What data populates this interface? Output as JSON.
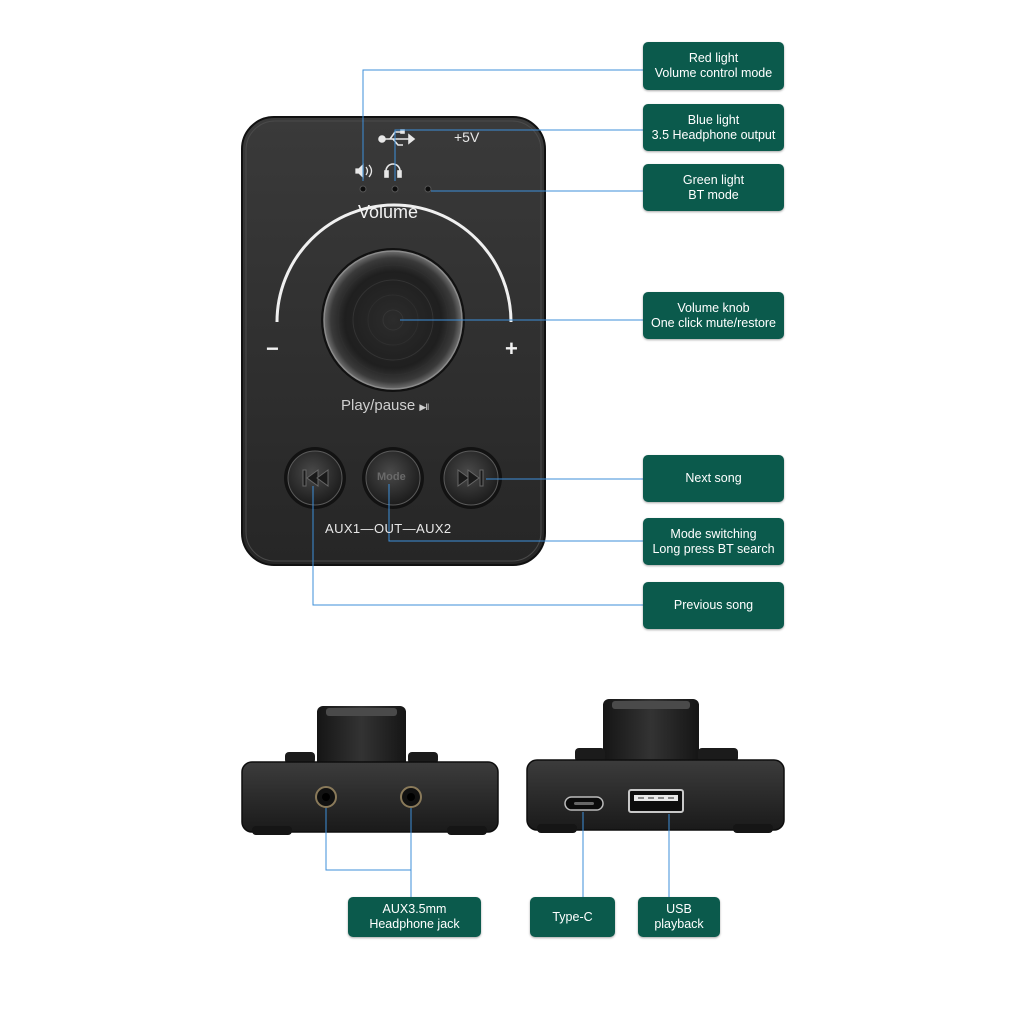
{
  "device": {
    "usb_label": "+5V",
    "volume_label": "Volume",
    "minus_label": "−",
    "plus_label": "+",
    "playpause_label": "Play/pause",
    "playpause_symbol": "▶II",
    "mode_button_label": "Mode",
    "aux_label": "AUX1—OUT—AUX2",
    "colors": {
      "body": "#2a2a2a",
      "accent_line": "#3d8fd9",
      "callout": "#0b5a4c"
    }
  },
  "callouts": {
    "red_light": {
      "line1": "Red light",
      "line2": "Volume control mode"
    },
    "blue_light": {
      "line1": "Blue light",
      "line2": "3.5 Headphone output"
    },
    "green_light": {
      "line1": "Green light",
      "line2": "BT mode"
    },
    "volume_knob": {
      "line1": "Volume knob",
      "line2": "One click mute/restore"
    },
    "next_song": {
      "line1": "Next song"
    },
    "mode_switching": {
      "line1": "Mode switching",
      "line2": "Long press BT search"
    },
    "previous_song": {
      "line1": "Previous song"
    },
    "aux_jack": {
      "line1": "AUX3.5mm",
      "line2": "Headphone jack"
    },
    "type_c": {
      "line1": "Type-C"
    },
    "usb_playback": {
      "line1": "USB",
      "line2": "playback"
    }
  }
}
